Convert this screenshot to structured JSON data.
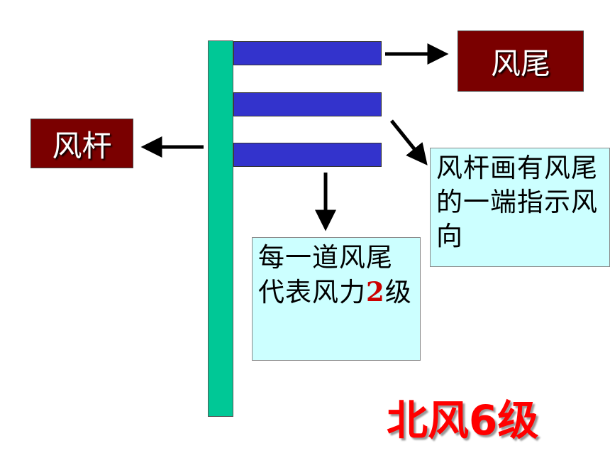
{
  "labels": {
    "tail": "风尾",
    "shaft": "风杆"
  },
  "notes": {
    "tail_direction": "风杆画有风尾的一端指示风向",
    "level_prefix": "每一道风尾代表风力",
    "level_value": "2",
    "level_suffix": "级"
  },
  "result": "北风6级",
  "barb_count": 3,
  "colors": {
    "pole": "#00c896",
    "barb": "#3333cc",
    "label_bg": "#7a0000",
    "note_bg": "#ccffff",
    "result_text": "#ff0000",
    "highlight": "#cc0000"
  }
}
